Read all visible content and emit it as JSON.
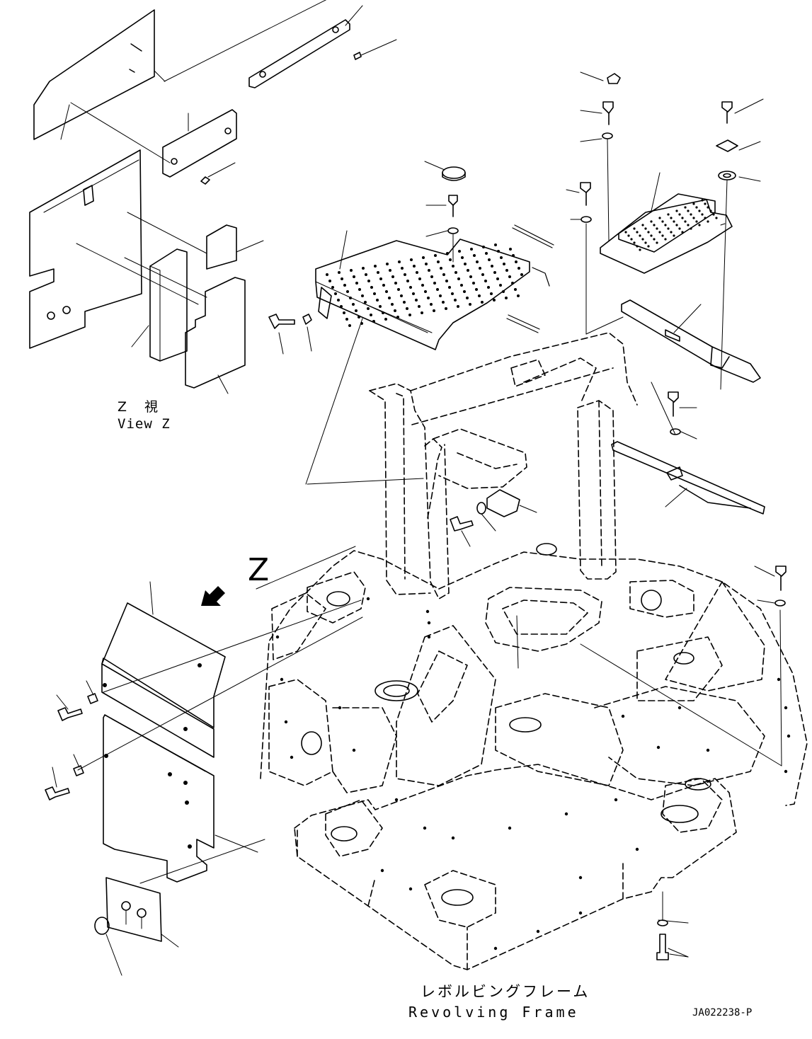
{
  "view_label": {
    "japanese": "Z　視",
    "english": "View Z"
  },
  "direction_marker": "Z",
  "frame_label": {
    "japanese": "レボルビングフレーム",
    "english": "Revolving Frame"
  },
  "drawing_number": "JA022238-P"
}
